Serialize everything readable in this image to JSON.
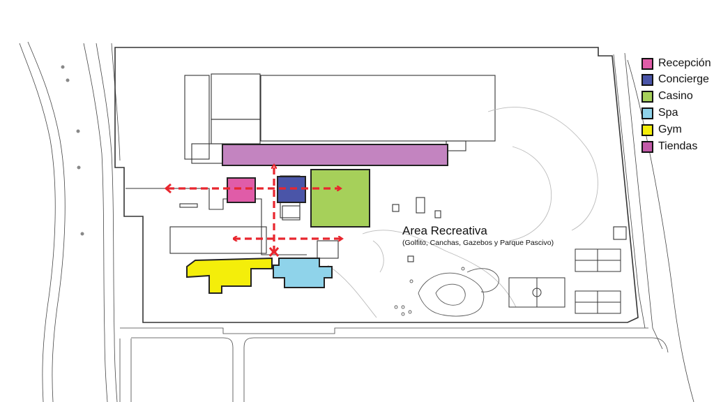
{
  "legend": [
    {
      "key": "recepcion",
      "label": "Recepción",
      "color": "#e05ca8"
    },
    {
      "key": "concierge",
      "label": "Concierge",
      "color": "#4a55a8"
    },
    {
      "key": "casino",
      "label": "Casino",
      "color": "#a6d05a"
    },
    {
      "key": "spa",
      "label": "Spa",
      "color": "#8fd3ea"
    },
    {
      "key": "gym",
      "label": "Gym",
      "color": "#f4ee0a"
    },
    {
      "key": "tiendas",
      "label": "Tiendas",
      "color": "#c25aa8"
    }
  ],
  "zones": {
    "tiendas_color": "#c384c0",
    "recepcion_color": "#e05ca8",
    "concierge_color": "#4a55a8",
    "casino_color": "#a6d05a",
    "gym_color": "#f4ee0a",
    "spa_color": "#8fd3ea",
    "arrow_color": "#e8262e"
  },
  "area": {
    "title": "Area Recreativa",
    "subtitle": "(Golfito, Canchas, Gazebos y Parque Pascivo)"
  }
}
